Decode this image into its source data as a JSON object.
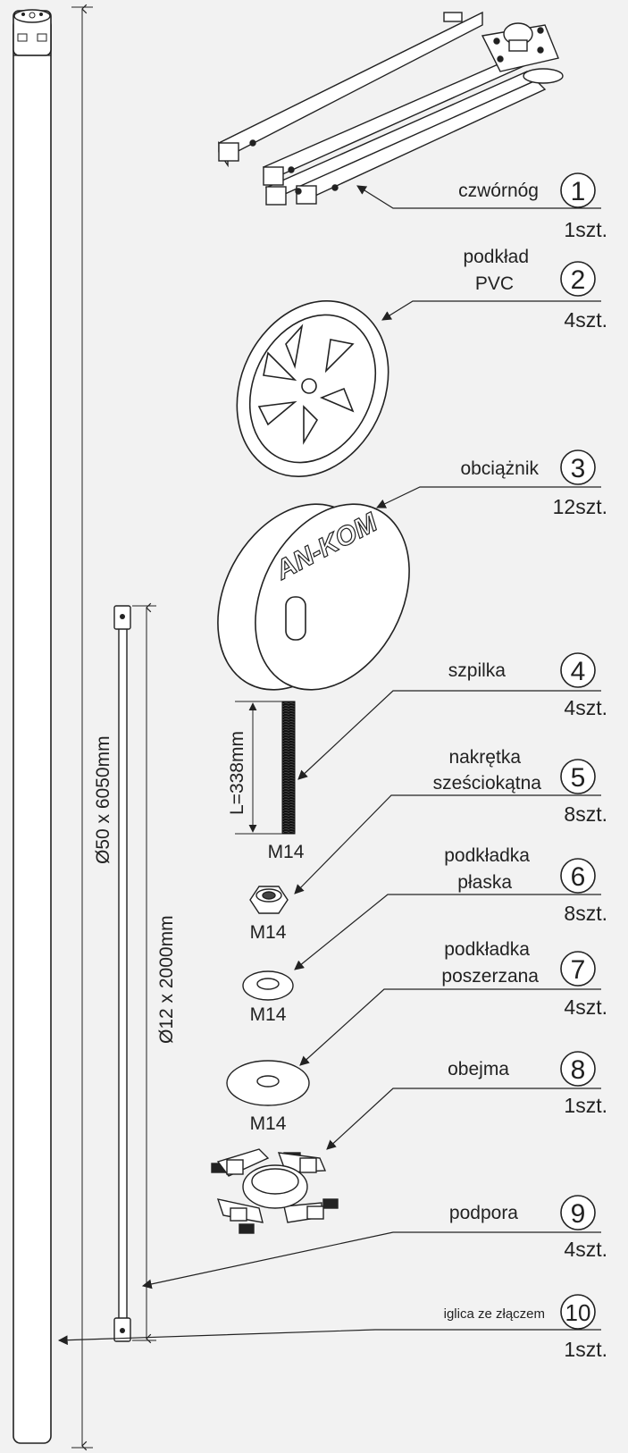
{
  "dimensions": {
    "pole": "Ø50 x 6050mm",
    "support": "Ø12 x 2000mm",
    "threaded_rod_length": "L=338mm"
  },
  "parts": [
    {
      "number": "1",
      "name": [
        "czwórnóg"
      ],
      "qty": "1szt."
    },
    {
      "number": "2",
      "name": [
        "podkład",
        "PVC"
      ],
      "qty": "4szt."
    },
    {
      "number": "3",
      "name": [
        "obciążnik"
      ],
      "qty": "12szt."
    },
    {
      "number": "4",
      "name": [
        "szpilka"
      ],
      "qty": "4szt.",
      "size": "M14"
    },
    {
      "number": "5",
      "name": [
        "nakrętka",
        "sześciokątna"
      ],
      "qty": "8szt.",
      "size": "M14"
    },
    {
      "number": "6",
      "name": [
        "podkładka",
        "płaska"
      ],
      "qty": "8szt.",
      "size": "M14"
    },
    {
      "number": "7",
      "name": [
        "podkładka",
        "poszerzana"
      ],
      "qty": "4szt.",
      "size": "M14"
    },
    {
      "number": "8",
      "name": [
        "obejma"
      ],
      "qty": "1szt."
    },
    {
      "number": "9",
      "name": [
        "podpora"
      ],
      "qty": "4szt."
    },
    {
      "number": "10",
      "name": [
        "iglica ze złączem"
      ],
      "qty": "1szt."
    }
  ],
  "weight_logo": "AN-KOM"
}
